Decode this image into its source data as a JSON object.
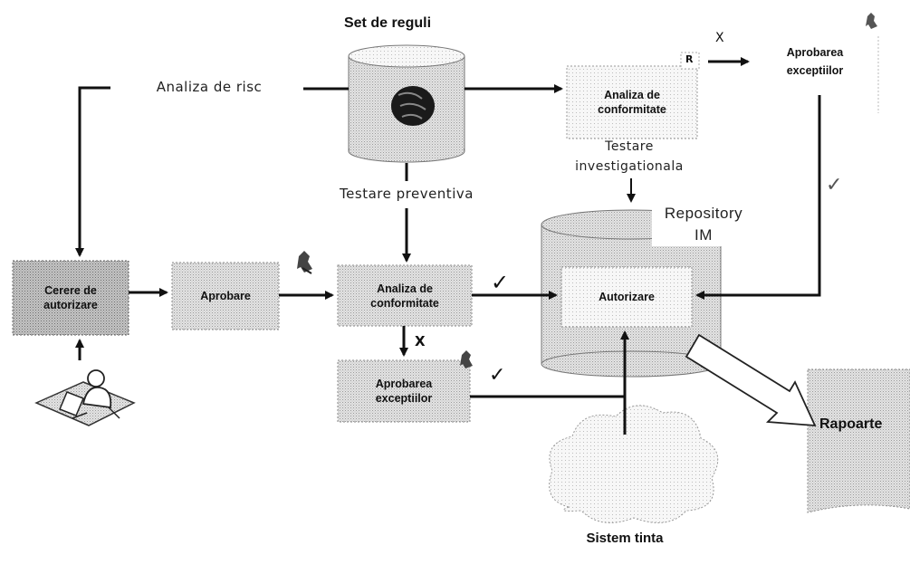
{
  "diagram": {
    "top": {
      "rule_set_label": "Set de reguli",
      "risk_analysis_label": "Analiza de risc",
      "preventive_testing_label": "Testare preventiva",
      "investigational_testing_line1": "Testare",
      "investigational_testing_line2": "investigationala"
    },
    "boxes": {
      "authorization_request": {
        "line1": "Cerere de",
        "line2": "autorizare"
      },
      "approval": {
        "label": "Aprobare"
      },
      "compliance_center": {
        "line1": "Analiza de",
        "line2": "conformitate"
      },
      "exceptions_approval_center": {
        "line1": "Aprobarea",
        "line2": "exceptiilor"
      },
      "compliance_top": {
        "line1": "Analiza de",
        "line2": "conformitate"
      },
      "exceptions_approval_top": {
        "line1": "Aprobarea",
        "line2": "exceptiilor"
      },
      "authorization": {
        "label": "Autorizare"
      }
    },
    "repository": {
      "line1": "Repository",
      "line2": "IM"
    },
    "reports_label": "Rapoarte",
    "target_system_label": "Sistem tinta",
    "marks": {
      "x_top": "X",
      "x_center": "X",
      "r_badge": "R",
      "check": "✓"
    },
    "colors": {
      "box_fill": "#c9c9c9",
      "line": "#111111",
      "dots": "#9a9a9a"
    }
  }
}
